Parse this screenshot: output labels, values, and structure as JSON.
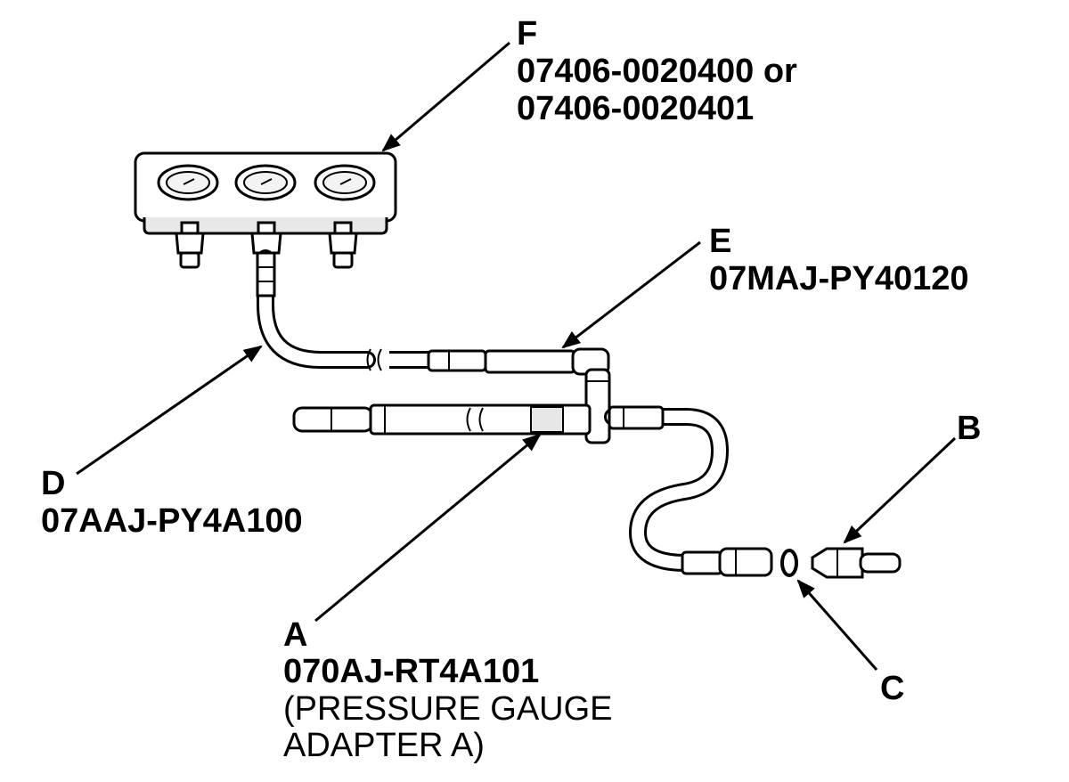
{
  "callouts": {
    "F": {
      "letter": "F",
      "part1": "07406-0020400 or",
      "part2": "07406-0020401"
    },
    "E": {
      "letter": "E",
      "part": "07MAJ-PY40120"
    },
    "D": {
      "letter": "D",
      "part": "07AAJ-PY4A100"
    },
    "A": {
      "letter": "A",
      "part": "070AJ-RT4A101",
      "desc1": "(PRESSURE GAUGE",
      "desc2": "ADAPTER A)"
    },
    "B": {
      "letter": "B"
    },
    "C": {
      "letter": "C"
    }
  }
}
